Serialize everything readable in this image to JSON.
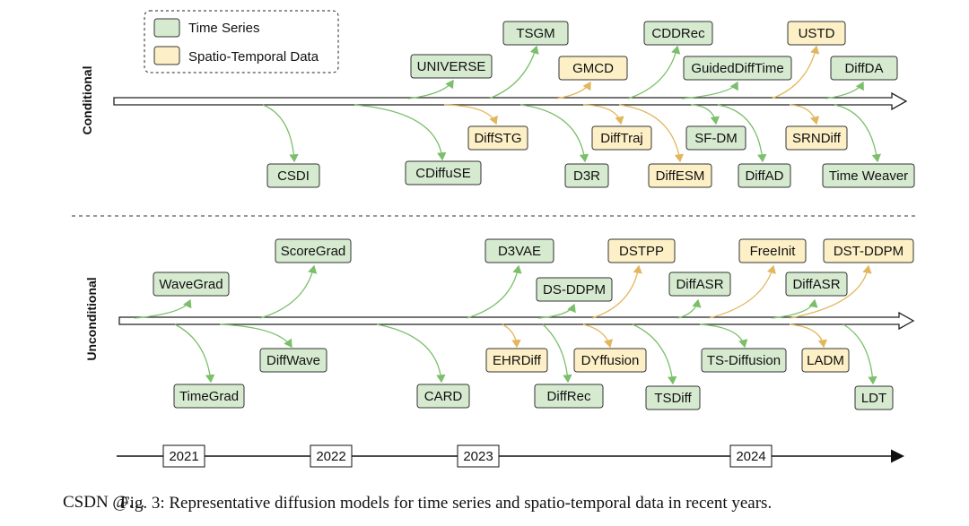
{
  "legend": {
    "time_series": {
      "label": "Time Series",
      "color": "#d6ead0"
    },
    "spatio_temporal": {
      "label": "Spatio-Temporal Data",
      "color": "#fdf0c6"
    }
  },
  "sections": {
    "conditional": "Conditional",
    "unconditional": "Unconditional"
  },
  "years": [
    "2021",
    "2022",
    "2023",
    "2024"
  ],
  "caption": "Fig. 3: Representative diffusion models for time series and spatio-temporal data in recent years.",
  "caption_prefix": "CSDN @…",
  "models": {
    "tsgm": "TSGM",
    "cddrec": "CDDRec",
    "ustd": "USTD",
    "universe": "UNIVERSE",
    "gmcd": "GMCD",
    "guideddifftime": "GuidedDiffTime",
    "diffda": "DiffDA",
    "diffstg": "DiffSTG",
    "difftraj": "DiffTraj",
    "sfdm": "SF-DM",
    "srndiff": "SRNDiff",
    "csdi": "CSDI",
    "cdiffuse": "CDiffuSE",
    "d3r": "D3R",
    "diffesm": "DiffESM",
    "diffad": "DiffAD",
    "timeweaver": "Time Weaver",
    "scoregrad": "ScoreGrad",
    "d3vae": "D3VAE",
    "dstpp": "DSTPP",
    "freeinit": "FreeInit",
    "dstddpm": "DST-DDPM",
    "wavegrad": "WaveGrad",
    "dsddpm": "DS-DDPM",
    "diffasr1": "DiffASR",
    "diffasr2": "DiffASR",
    "diffwave": "DiffWave",
    "ehrdiff": "EHRDiff",
    "dyffusion": "DYffusion",
    "tsdiffusion": "TS-Diffusion",
    "ladm": "LADM",
    "timegrad": "TimeGrad",
    "card": "CARD",
    "diffrec": "DiffRec",
    "tsdiff": "TSDiff",
    "ldt": "LDT"
  }
}
